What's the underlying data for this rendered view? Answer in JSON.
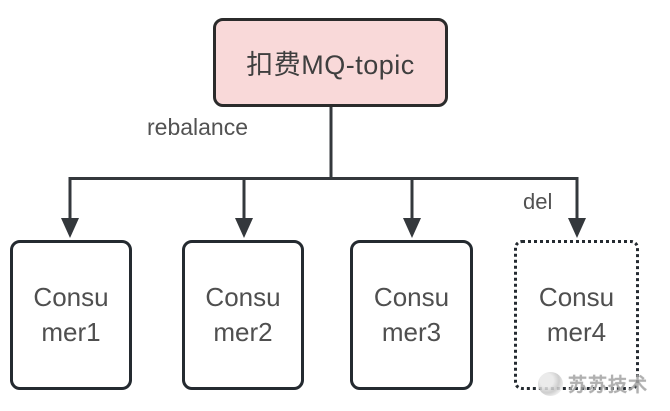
{
  "diagram": {
    "topic_node": {
      "label": "扣费MQ-topic"
    },
    "edge_labels": {
      "rebalance": "rebalance",
      "del": "del"
    },
    "consumers": [
      {
        "label": "Consumer1",
        "lines": [
          "Consu",
          "mer1"
        ],
        "border_style": "solid"
      },
      {
        "label": "Consumer2",
        "lines": [
          "Consu",
          "mer2"
        ],
        "border_style": "solid"
      },
      {
        "label": "Consumer3",
        "lines": [
          "Consu",
          "mer3"
        ],
        "border_style": "solid"
      },
      {
        "label": "Consumer4",
        "lines": [
          "Consu",
          "mer4"
        ],
        "border_style": "dotted"
      }
    ],
    "watermark": {
      "text": "苏苏技术",
      "icon": "swirl-logo-icon"
    },
    "colors": {
      "canvas_bg": "#ffffff",
      "topic_fill": "#f9d9d9",
      "topic_border": "#2b2b2b",
      "box_fill": "#ffffff",
      "box_border": "#242a30",
      "line": "#34383c",
      "text": "#4f4f4f",
      "watermark": "#aaaaaa"
    }
  }
}
